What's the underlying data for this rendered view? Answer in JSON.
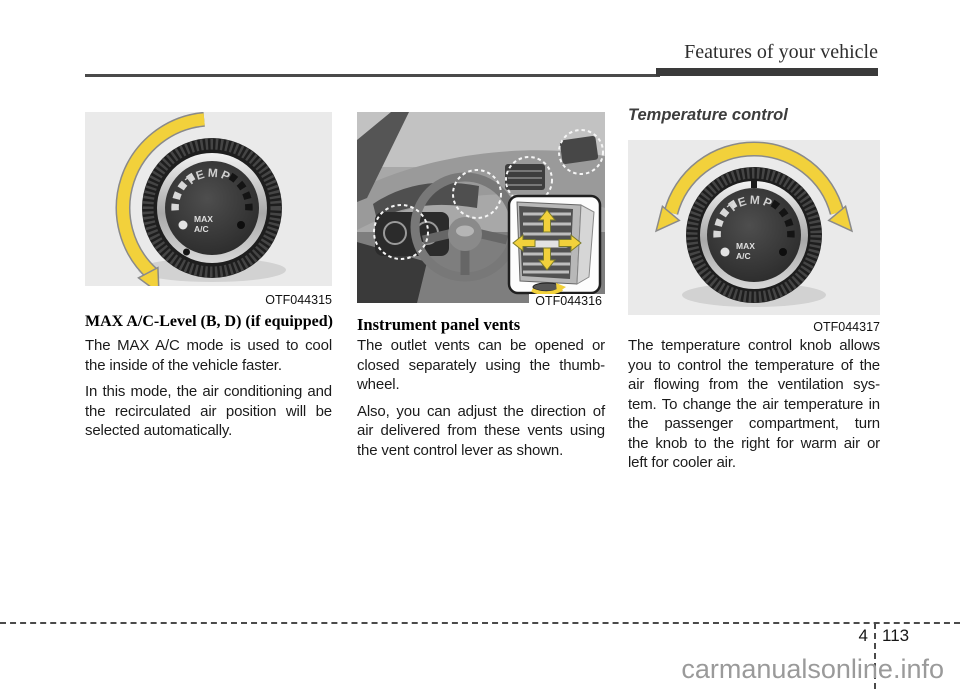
{
  "header": {
    "title": "Features of your vehicle"
  },
  "knob_labels": {
    "temp": "TEMP",
    "max": "MAX",
    "ac": "A/C"
  },
  "sections": {
    "max_ac": {
      "figure_caption": "OTF044315",
      "heading": "MAX A/C-Level (B, D) (if equipped)",
      "para1_lines": [
        "The MAX A/C mode is used to cool",
        "the inside of the vehicle faster."
      ],
      "para2_lines": [
        "In this mode, the air conditioning and",
        "the recirculated air position will be",
        "selected automatically."
      ]
    },
    "panel_vents": {
      "figure_caption": "OTF044316",
      "heading": "Instrument panel vents",
      "para1_lines": [
        "The outlet vents can be opened or",
        "closed separately using the thumb-",
        "wheel."
      ],
      "para2_lines": [
        "Also, you can adjust the direction of",
        "air delivered from these vents using",
        "the vent control lever as shown."
      ]
    },
    "temp_control": {
      "heading": "Temperature control",
      "figure_caption": "OTF044317",
      "para1_lines": [
        "The temperature control knob allows",
        "you to control the temperature of the",
        "air flowing from the ventilation sys-",
        "tem. To change the air temperature in",
        "the passenger compartment, turn",
        "the knob to the right for warm air or",
        "left for cooler air."
      ]
    }
  },
  "footer": {
    "chapter_number": "4",
    "page_number": "113",
    "watermark": "carmanualsonline.info"
  },
  "colors": {
    "arrow_yellow": "#f2d13b",
    "figure_background": "#eaeaea",
    "header_rule": "#3a3a3a",
    "watermark_gray": "#9a9a9a",
    "text": "#1b1b1b"
  }
}
